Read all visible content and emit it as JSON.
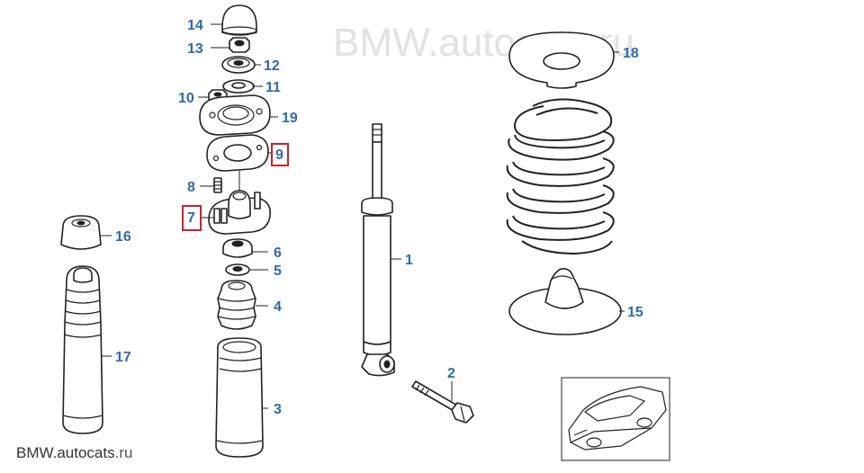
{
  "watermark_top": "BMW.autocats.ru",
  "watermark_bottom": {
    "brand": "BMW.",
    "site": "autocats",
    "suffix": ".ru"
  },
  "part_numbers": {
    "p1": "1",
    "p2": "2",
    "p3": "3",
    "p4": "4",
    "p5": "5",
    "p6": "6",
    "p7": "7",
    "p8": "8",
    "p9": "9",
    "p10": "10",
    "p11": "11",
    "p12": "12",
    "p13": "13",
    "p14": "14",
    "p15": "15",
    "p16": "16",
    "p17": "17",
    "p18": "18",
    "p19": "19"
  },
  "highlighted_parts": [
    "7",
    "9"
  ],
  "colors": {
    "label": "#2f6aa8",
    "highlight_box": "#c8232c",
    "line": "#222222",
    "watermark": "#e2e2e2"
  }
}
